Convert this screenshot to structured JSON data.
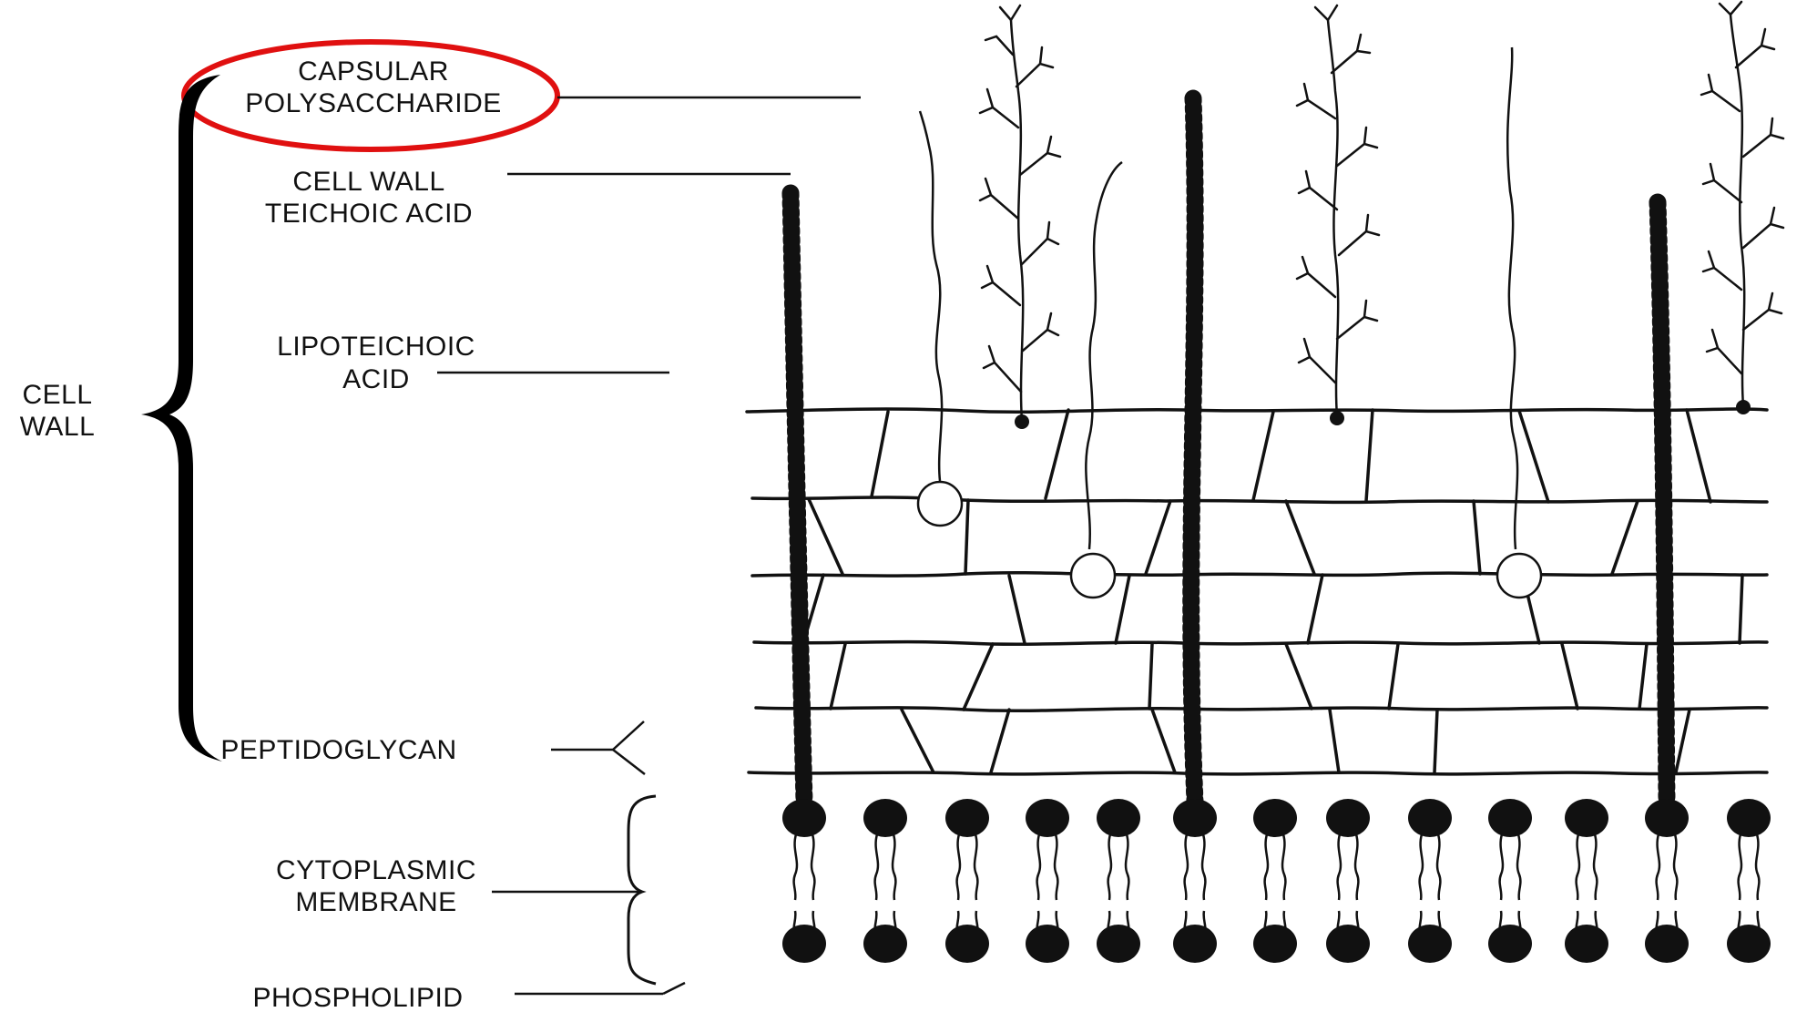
{
  "labels": {
    "capsular_line1": "CAPSULAR",
    "capsular_line2": "POLYSACCHARIDE",
    "cwta_line1": "CELL WALL",
    "cwta_line2": "TEICHOIC ACID",
    "lta_line1": "LIPOTEICHOIC",
    "lta_line2": "ACID",
    "cellwall_line1": "CELL",
    "cellwall_line2": "WALL",
    "peptidoglycan": "PEPTIDOGLYCAN",
    "cyto_line1": "CYTOPLASMIC",
    "cyto_line2": "MEMBRANE",
    "phospholipid": "PHOSPHOLIPID"
  },
  "highlight": {
    "target": "capsular-polysaccharide-label",
    "color": "#e01010"
  },
  "colors": {
    "ink": "#111111",
    "background": "#ffffff"
  }
}
